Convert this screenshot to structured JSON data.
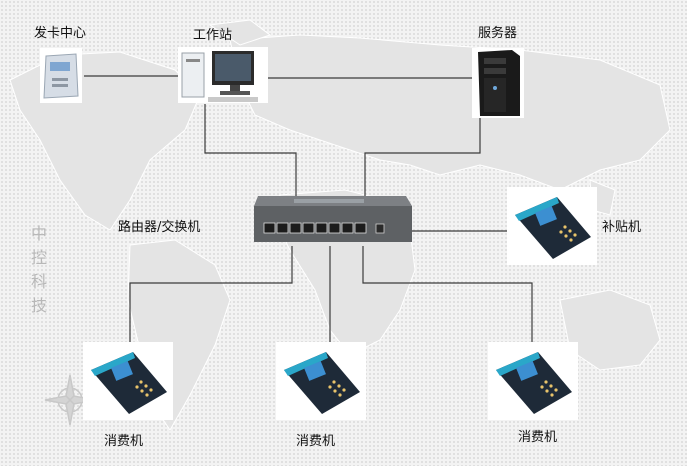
{
  "labels": {
    "card_center": "发卡中心",
    "workstation": "工作站",
    "server": "服务器",
    "router_switch": "路由器/交换机",
    "subsidy_terminal": "补贴机",
    "pos_terminal_1": "消费机",
    "pos_terminal_2": "消费机",
    "pos_terminal_3": "消费机"
  },
  "watermark": [
    "中",
    "控",
    "科",
    "技"
  ],
  "colors": {
    "line": "#3a3a3a",
    "map_land": "#e2e2e2",
    "switch_body": "#5e6164",
    "terminal_body": "#1e2a38",
    "terminal_accent": "#2aa7c9"
  }
}
